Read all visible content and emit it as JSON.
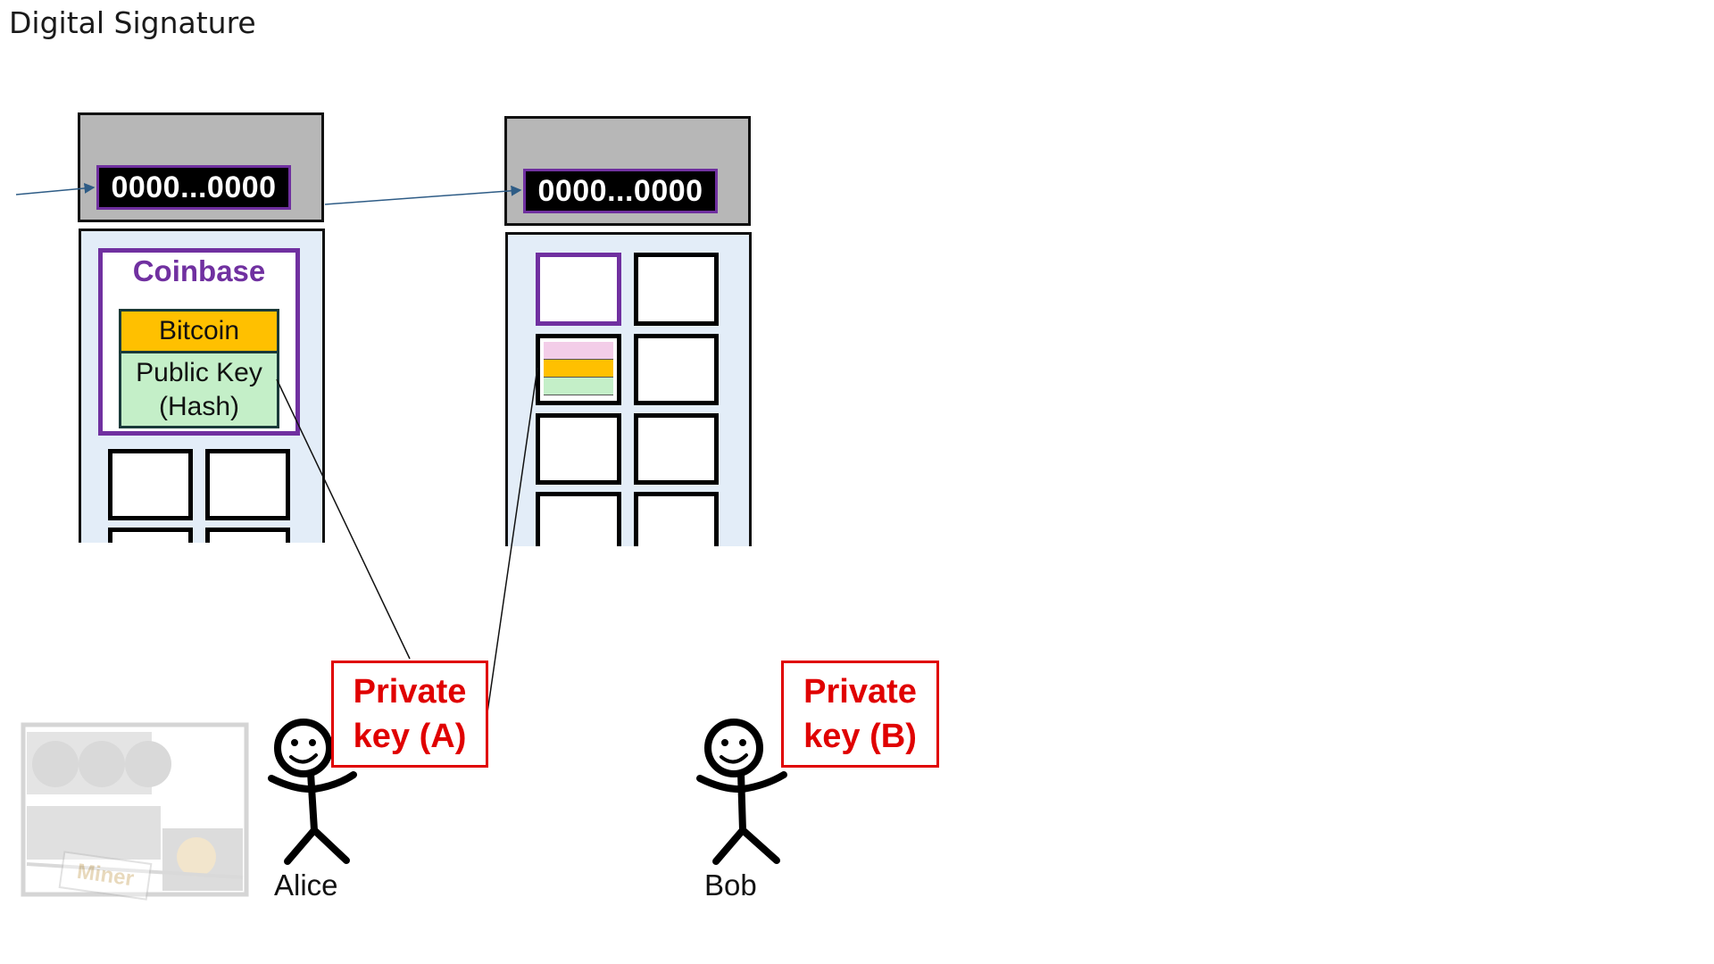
{
  "slide": {
    "title": "Digital Signature"
  },
  "blocks": [
    {
      "header_hash": "0000...0000",
      "coinbase": {
        "label": "Coinbase",
        "output": {
          "asset": "Bitcoin",
          "lock_line1": "Public Key",
          "lock_line2": "(Hash)"
        }
      }
    },
    {
      "header_hash": "0000...0000"
    }
  ],
  "keys": {
    "alice": {
      "line1": "Private",
      "line2": "key (A)"
    },
    "bob": {
      "line1": "Private",
      "line2": "key (B)"
    }
  },
  "people": {
    "alice": "Alice",
    "bob": "Bob"
  },
  "miner": {
    "label": "Miner"
  },
  "colors": {
    "header_fill": "#b7b7b7",
    "block_body": "#e3edf8",
    "coinbase_purple": "#7030a0",
    "bitcoin_orange": "#ffc000",
    "pubkey_green": "#c4efc8",
    "signature_pink": "#f3cde8",
    "private_key_red": "#e00000",
    "link_arrow": "#2e5c86"
  }
}
